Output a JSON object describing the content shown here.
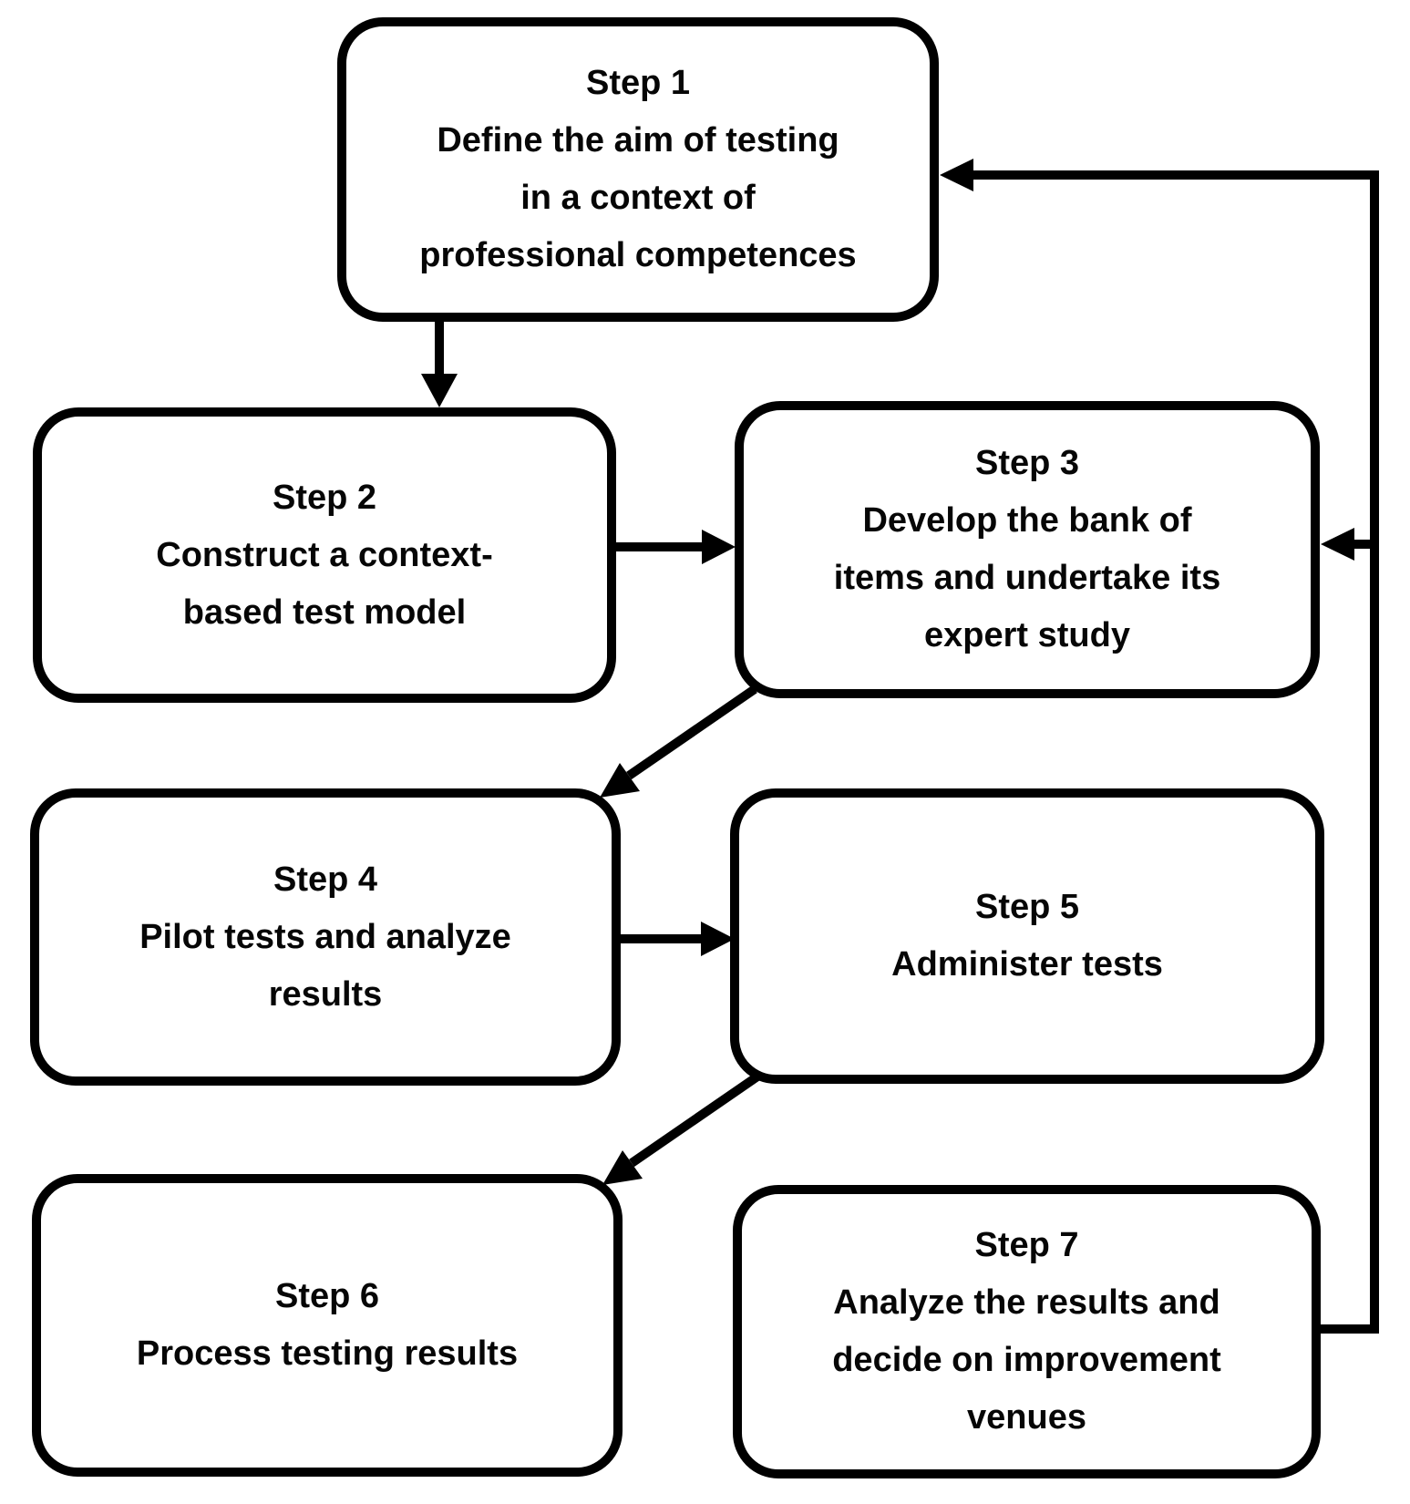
{
  "diagram": {
    "type": "flowchart",
    "colors": {
      "ink": "#000000",
      "background": "#ffffff"
    },
    "nodes": [
      {
        "id": "step1",
        "lines": [
          "Step 1",
          "Define the aim of testing",
          "in a context of",
          "professional competences"
        ]
      },
      {
        "id": "step2",
        "lines": [
          "Step 2",
          "Construct a context-",
          "based test model"
        ]
      },
      {
        "id": "step3",
        "lines": [
          "Step 3",
          "Develop the bank of",
          "items and undertake its",
          "expert study"
        ]
      },
      {
        "id": "step4",
        "lines": [
          "Step 4",
          "Pilot tests and analyze",
          "results"
        ]
      },
      {
        "id": "step5",
        "lines": [
          "Step 5",
          "Administer tests"
        ]
      },
      {
        "id": "step6",
        "lines": [
          "Step 6",
          "Process testing results"
        ]
      },
      {
        "id": "step7",
        "lines": [
          "Step 7",
          "Analyze the results and",
          "decide on improvement",
          "venues"
        ]
      }
    ],
    "edges": [
      {
        "from": "step1",
        "to": "step2",
        "style": "straight-down"
      },
      {
        "from": "step2",
        "to": "step3",
        "style": "straight-right"
      },
      {
        "from": "step3",
        "to": "step4",
        "style": "diagonal-down-left"
      },
      {
        "from": "step4",
        "to": "step5",
        "style": "straight-right"
      },
      {
        "from": "step5",
        "to": "step6",
        "style": "diagonal-down-left"
      },
      {
        "from": "step7",
        "to": "step1",
        "style": "elbow-feedback-right-side"
      },
      {
        "from": "step7",
        "to": "step3",
        "style": "elbow-feedback-branch"
      }
    ]
  }
}
